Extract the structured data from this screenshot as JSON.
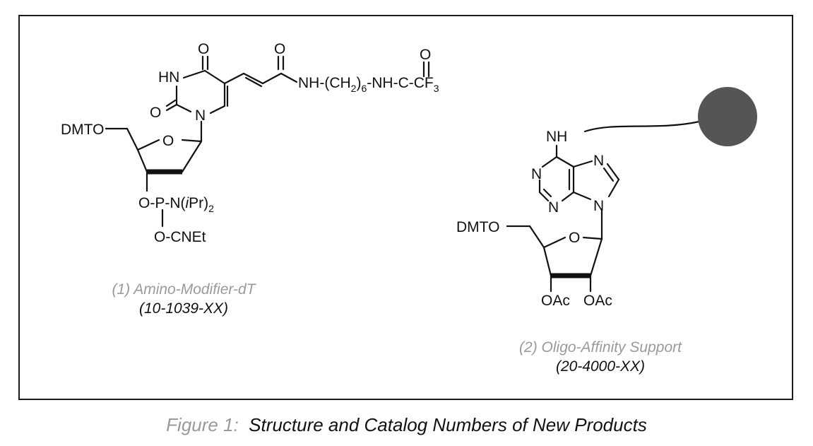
{
  "compound1": {
    "name": "(1) Amino-Modifier-dT",
    "catalog": "(10-1039-XX)",
    "atoms": {
      "o_top": "O",
      "hn": "HN",
      "o_c2": "O",
      "n1": "N",
      "ring_o": "O",
      "amide_o": "O",
      "chain": "NH-(CH",
      "chain_sub2": "2",
      "chain_mid": ")",
      "chain_sub6": "6",
      "chain_end": "-NH-C-CF",
      "chain_sub3": "3",
      "tfa_o": "O",
      "dmto": "DMTO",
      "phos": "O-P-N(",
      "phos_ipr": "i",
      "phos_pr": "Pr)",
      "phos_sub2": "2",
      "cnet": "O-CNEt"
    }
  },
  "compound2": {
    "name": "(2) Oligo-Affinity Support",
    "catalog": "(20-4000-XX)",
    "atoms": {
      "nh": "NH",
      "n1": "N",
      "n3": "N",
      "n7": "N",
      "n9": "N",
      "dmto": "DMTO",
      "ring_o": "O",
      "oac1": "OAc",
      "oac2": "OAc"
    },
    "support_color": "#555555"
  },
  "figure": {
    "number": "Figure 1:",
    "title": "Structure and Catalog Numbers of New Products"
  }
}
